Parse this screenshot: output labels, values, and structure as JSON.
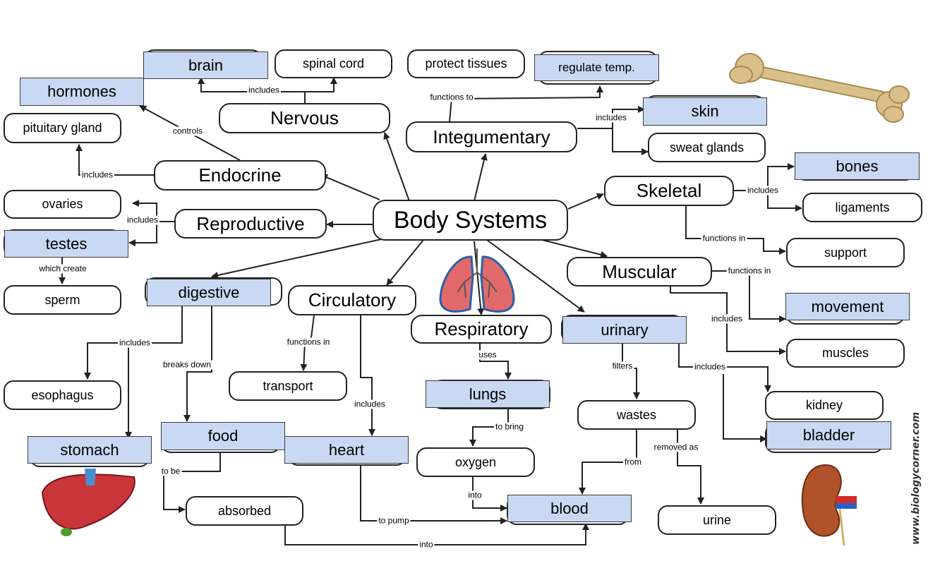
{
  "center": "Body Systems",
  "systems": {
    "nervous": "Nervous",
    "integumentary": "Integumentary",
    "endocrine": "Endocrine",
    "reproductive": "Reproductive",
    "skeletal": "Skeletal",
    "muscular": "Muscular",
    "circulatory": "Circulatory",
    "respiratory": "Respiratory"
  },
  "nodes": {
    "spinal_cord": "spinal cord",
    "protect_tissues": "protect tissues",
    "pituitary_gland": "pituitary gland",
    "sweat_glands": "sweat glands",
    "ovaries": "ovaries",
    "ligaments": "ligaments",
    "support": "support",
    "sperm": "sperm",
    "esophagus": "esophagus",
    "transport": "transport",
    "muscles": "muscles",
    "kidney": "kidney",
    "wastes": "wastes",
    "oxygen": "oxygen",
    "absorbed": "absorbed",
    "urine": "urine"
  },
  "answer_labels": {
    "brain": "brain",
    "hormones": "hormones",
    "regulate_temp": "regulate temp.",
    "skin": "skin",
    "bones": "bones",
    "testes": "testes",
    "digestive": "digestive",
    "urinary": "urinary",
    "movement": "movement",
    "lungs": "lungs",
    "food": "food",
    "stomach": "stomach",
    "heart": "heart",
    "bladder": "bladder",
    "blood": "blood"
  },
  "edge_labels": {
    "includes_nervous": "includes",
    "functions_to": "functions to",
    "includes_integ": "includes",
    "controls": "controls",
    "includes_endo": "includes",
    "includes_repro": "includes",
    "which_create": "which create",
    "includes_skel": "includes",
    "functions_in_skel": "functions in",
    "functions_in_musc": "functions in",
    "includes_musc": "includes",
    "includes_dig": "includes",
    "breaks_down": "breaks down",
    "functions_in_circ": "functions in",
    "includes_circ": "includes",
    "uses": "uses",
    "filters": "filters",
    "includes_urin": "includes",
    "to_bring": "to bring",
    "removed_as": "removed as",
    "from": "from",
    "to_be": "to be",
    "into_1": "into",
    "to_pump": "to pump",
    "into_2": "into"
  },
  "watermark": "www.biologycorner.com",
  "colors": {
    "label_fill": "#c9d9f3",
    "line": "#222222"
  }
}
